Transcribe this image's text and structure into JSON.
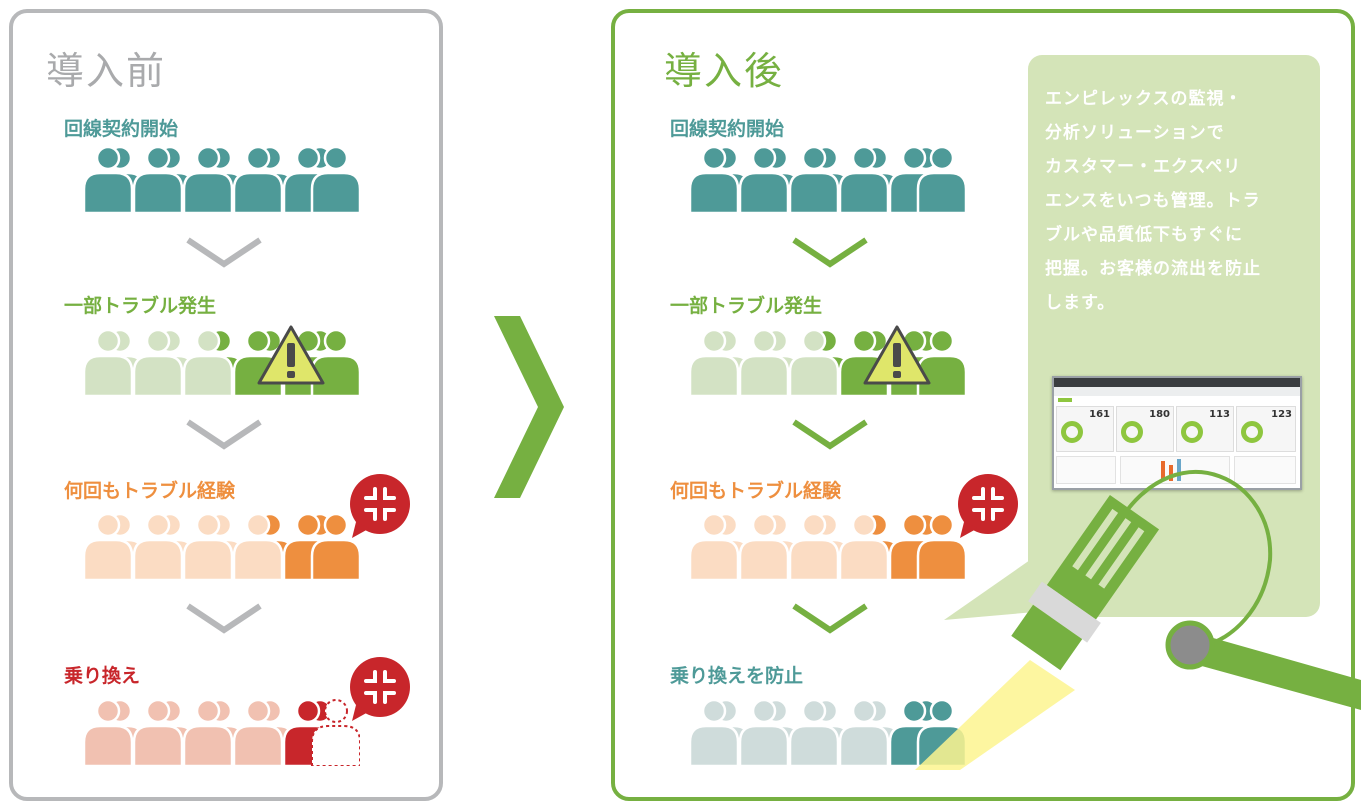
{
  "before": {
    "heading": "導入前",
    "stages": [
      {
        "label": "回線契約開始"
      },
      {
        "label": "一部トラブル発生"
      },
      {
        "label": "何回もトラブル経験"
      },
      {
        "label": "乗り換え"
      }
    ]
  },
  "after": {
    "heading": "導入後",
    "stages": [
      {
        "label": "回線契約開始"
      },
      {
        "label": "一部トラブル発生"
      },
      {
        "label": "何回もトラブル経験"
      },
      {
        "label": "乗り換えを防止"
      }
    ]
  },
  "callout": {
    "lines": [
      "エンピレックスの監視・",
      "分析ソリューションで",
      "カスタマー・エクスペリ",
      "エンスをいつも管理。トラ",
      "ブルや品質低下もすぐに",
      "把握。お客様の流出を防止",
      "します。"
    ]
  },
  "dashboard": {
    "values": [
      "161",
      "180",
      "113",
      "123"
    ]
  },
  "colors": {
    "teal": "#4e9a98",
    "green": "#76b041",
    "green_light": "#d3e2c4",
    "orange": "#ee8f3f",
    "orange_light": "#fbdcc3",
    "red": "#c8262b",
    "salmon": "#f1c1b1",
    "gray_light": "#cfdcdb",
    "warning": "#dfe66a"
  }
}
